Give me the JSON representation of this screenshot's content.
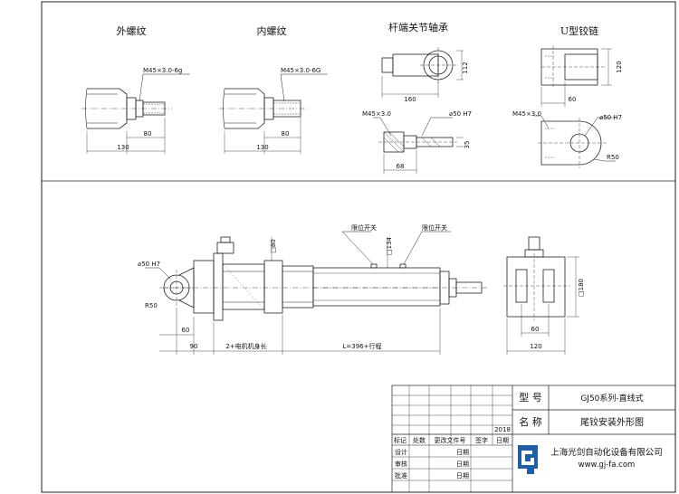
{
  "sections": {
    "external_thread": {
      "title": "外螺纹",
      "thread_label": "M45×3.0-6g",
      "dim_80": "80",
      "dim_130": "130"
    },
    "internal_thread": {
      "title": "内螺纹",
      "thread_label": "M45×3.0-6G",
      "dim_80": "80",
      "dim_130": "130"
    },
    "rod_end_bearing": {
      "title": "杆端关节轴承",
      "dim_112": "112",
      "dim_160": "160",
      "thread_label": "M45×3.0",
      "bore_label": "⌀50 H7",
      "dim_35": "35",
      "dim_68": "68"
    },
    "u_clevis": {
      "title": "U型铰链",
      "dim_120": "120",
      "dim_60": "60",
      "thread_label": "M45×3.0",
      "bore_label": "⌀50 H7",
      "radius_label": "R50"
    }
  },
  "main_view": {
    "limit_switch_1": "限位开关",
    "limit_switch_2": "限位开关",
    "sq80": "□80",
    "sq134": "□134",
    "bore_label": "⌀50 H7",
    "radius_label": "R50",
    "dim_60": "60",
    "dim_90": "90",
    "motor_label": "2+电机机身长",
    "stroke_label": "L=396+行程"
  },
  "end_view": {
    "sq180": "□180",
    "dim_60": "60",
    "dim_120": "120"
  },
  "title_block": {
    "type_label": "型  号",
    "type_value": "GJ50系列-直线式",
    "name_label": "名  称",
    "name_value": "尾铰安装外形图",
    "year": "2018",
    "cols": [
      "标记",
      "处数",
      "更改文件号",
      "签字",
      "日期"
    ],
    "design": "设计",
    "review": "审核",
    "approve": "批准",
    "date": "日期",
    "company": "上海光剑自动化设备有限公司",
    "website": "www.gj-fa.com"
  }
}
